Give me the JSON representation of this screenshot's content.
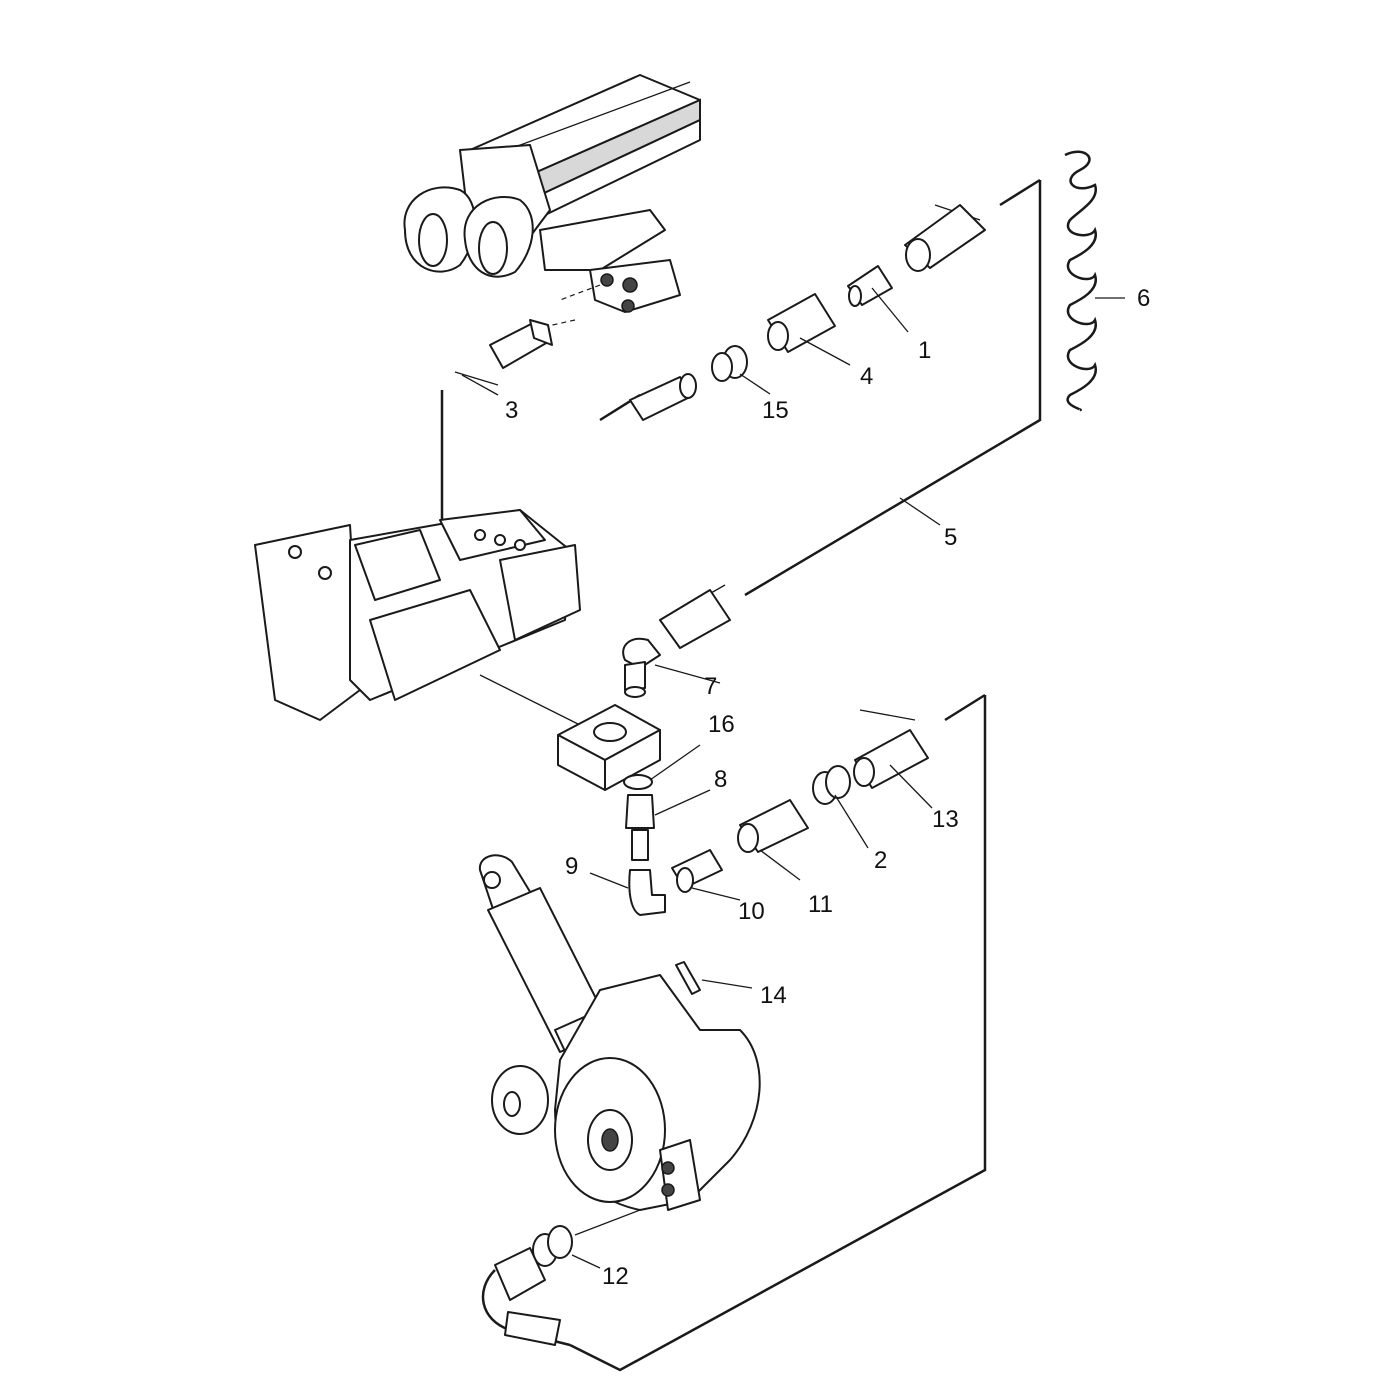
{
  "callouts": [
    {
      "number": "1"
    },
    {
      "number": "2"
    },
    {
      "number": "3"
    },
    {
      "number": "4"
    },
    {
      "number": "5"
    },
    {
      "number": "6"
    },
    {
      "number": "7"
    },
    {
      "number": "8"
    },
    {
      "number": "9"
    },
    {
      "number": "10"
    },
    {
      "number": "11"
    },
    {
      "number": "12"
    },
    {
      "number": "13"
    },
    {
      "number": "14"
    },
    {
      "number": "15"
    },
    {
      "number": "16"
    }
  ]
}
